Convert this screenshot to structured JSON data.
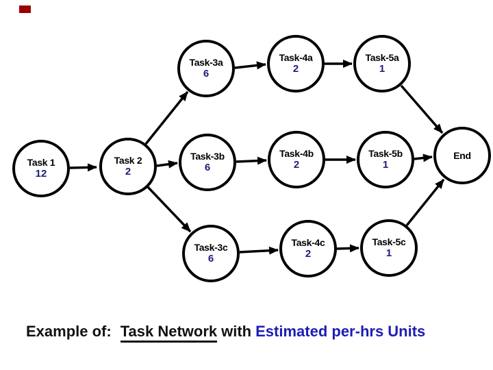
{
  "slide": {
    "background_color": "#ffffff",
    "corner_marker_color": "#990000"
  },
  "diagram": {
    "type": "task-network",
    "node_outline_color": "#000000",
    "label_color": "#000000",
    "value_color": "#1e1e78",
    "nodes": [
      {
        "id": "task1",
        "label": "Task 1",
        "value": "12"
      },
      {
        "id": "task2",
        "label": "Task 2",
        "value": "2"
      },
      {
        "id": "task3a",
        "label": "Task-3a",
        "value": "6"
      },
      {
        "id": "task4a",
        "label": "Task-4a",
        "value": "2"
      },
      {
        "id": "task5a",
        "label": "Task-5a",
        "value": "1"
      },
      {
        "id": "task3b",
        "label": "Task-3b",
        "value": "6"
      },
      {
        "id": "task4b",
        "label": "Task-4b",
        "value": "2"
      },
      {
        "id": "task5b",
        "label": "Task-5b",
        "value": "1"
      },
      {
        "id": "task3c",
        "label": "Task-3c",
        "value": "6"
      },
      {
        "id": "task4c",
        "label": "Task-4c",
        "value": "2"
      },
      {
        "id": "task5c",
        "label": "Task-5c",
        "value": "1"
      },
      {
        "id": "end",
        "label": "End",
        "value": ""
      }
    ],
    "edges": [
      {
        "from": "task1",
        "to": "task2"
      },
      {
        "from": "task2",
        "to": "task3a"
      },
      {
        "from": "task2",
        "to": "task3b"
      },
      {
        "from": "task2",
        "to": "task3c"
      },
      {
        "from": "task3a",
        "to": "task4a"
      },
      {
        "from": "task4a",
        "to": "task5a"
      },
      {
        "from": "task5a",
        "to": "end"
      },
      {
        "from": "task3b",
        "to": "task4b"
      },
      {
        "from": "task4b",
        "to": "task5b"
      },
      {
        "from": "task5b",
        "to": "end"
      },
      {
        "from": "task3c",
        "to": "task4c"
      },
      {
        "from": "task4c",
        "to": "task5c"
      },
      {
        "from": "task5c",
        "to": "end"
      }
    ]
  },
  "caption": {
    "prefix": "Example of:",
    "underlined": "Task Network",
    "middle": "with",
    "highlight": "Estimated per-hrs Units",
    "highlight_color": "#1c1cb4"
  }
}
